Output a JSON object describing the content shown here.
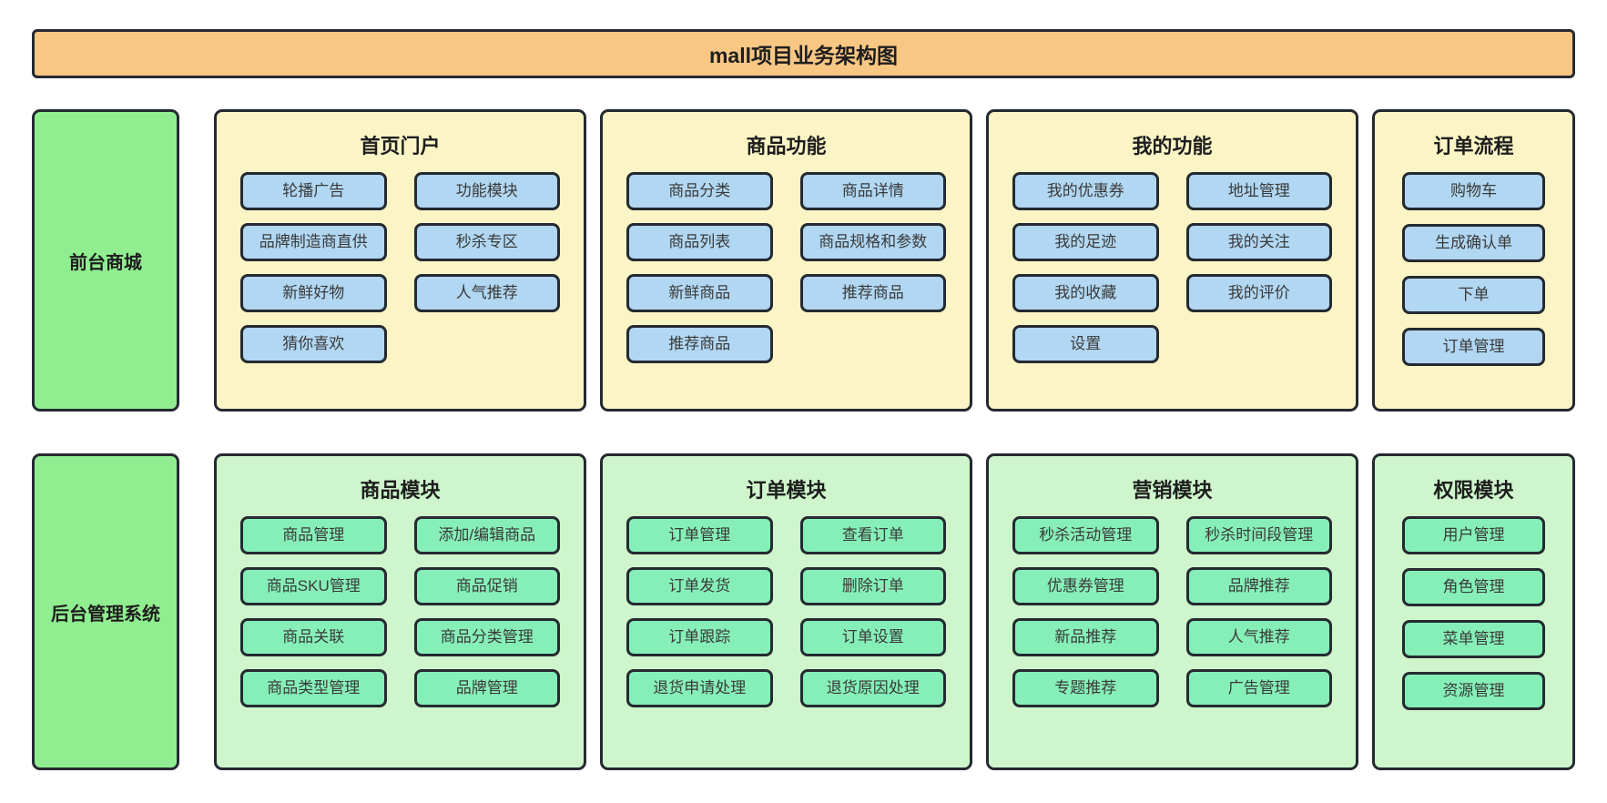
{
  "title": "mall项目业务架构图",
  "colors": {
    "title_bar": "#F9C784",
    "row1_panel": "#FBF5C6",
    "row1_node": "#B1D7F2",
    "row2_panel": "#CEF5CB",
    "row2_node": "#86EFB8",
    "side_box": "#90EE90",
    "border": "#252A31"
  },
  "rows": [
    {
      "side_label": "前台商城",
      "panels": [
        {
          "title": "首页门户",
          "cols": 2,
          "nodes": [
            "轮播广告",
            "功能模块",
            "品牌制造商直供",
            "秒杀专区",
            "新鲜好物",
            "人气推荐",
            "猜你喜欢"
          ]
        },
        {
          "title": "商品功能",
          "cols": 2,
          "nodes": [
            "商品分类",
            "商品详情",
            "商品列表",
            "商品规格和参数",
            "新鲜商品",
            "推荐商品",
            "推荐商品"
          ]
        },
        {
          "title": "我的功能",
          "cols": 2,
          "nodes": [
            "我的优惠券",
            "地址管理",
            "我的足迹",
            "我的关注",
            "我的收藏",
            "我的评价",
            "设置"
          ]
        },
        {
          "title": "订单流程",
          "cols": 1,
          "nodes": [
            "购物车",
            "生成确认单",
            "下单",
            "订单管理"
          ]
        }
      ]
    },
    {
      "side_label": "后台管理系统",
      "panels": [
        {
          "title": "商品模块",
          "cols": 2,
          "nodes": [
            "商品管理",
            "添加/编辑商品",
            "商品SKU管理",
            "商品促销",
            "商品关联",
            "商品分类管理",
            "商品类型管理",
            "品牌管理"
          ]
        },
        {
          "title": "订单模块",
          "cols": 2,
          "nodes": [
            "订单管理",
            "查看订单",
            "订单发货",
            "删除订单",
            "订单跟踪",
            "订单设置",
            "退货申请处理",
            "退货原因处理"
          ]
        },
        {
          "title": "营销模块",
          "cols": 2,
          "nodes": [
            "秒杀活动管理",
            "秒杀时间段管理",
            "优惠券管理",
            "品牌推荐",
            "新品推荐",
            "人气推荐",
            "专题推荐",
            "广告管理"
          ]
        },
        {
          "title": "权限模块",
          "cols": 1,
          "nodes": [
            "用户管理",
            "角色管理",
            "菜单管理",
            "资源管理"
          ]
        }
      ]
    }
  ]
}
